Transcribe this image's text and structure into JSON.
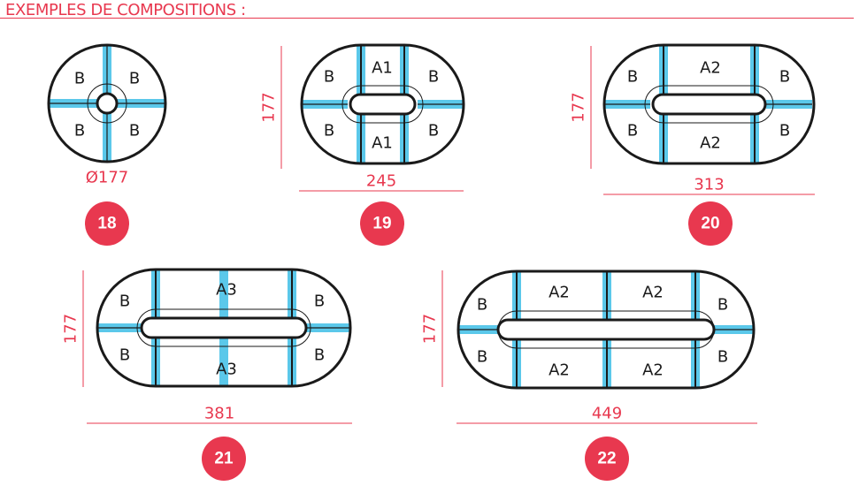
{
  "header": {
    "title": "EXEMPLES DE COMPOSITIONS :"
  },
  "colors": {
    "accent": "#e8384f",
    "module_stripe": "#5bc8ea",
    "outline": "#1a1a1a",
    "badge": "#e8384f"
  },
  "compositions": [
    {
      "number": "18",
      "diameter": "Ø177",
      "labels": [
        "B",
        "B",
        "B",
        "B"
      ]
    },
    {
      "number": "19",
      "height": "177",
      "width": "245",
      "labels": [
        "B",
        "A1",
        "B",
        "B",
        "A1",
        "B"
      ]
    },
    {
      "number": "20",
      "height": "177",
      "width": "313",
      "labels": [
        "B",
        "A2",
        "B",
        "B",
        "A2",
        "B"
      ]
    },
    {
      "number": "21",
      "height": "177",
      "width": "381",
      "labels": [
        "B",
        "A3",
        "B",
        "B",
        "A3",
        "B"
      ]
    },
    {
      "number": "22",
      "height": "177",
      "width": "449",
      "labels": [
        "B",
        "A2",
        "A2",
        "B",
        "B",
        "A2",
        "A2",
        "B"
      ]
    }
  ]
}
